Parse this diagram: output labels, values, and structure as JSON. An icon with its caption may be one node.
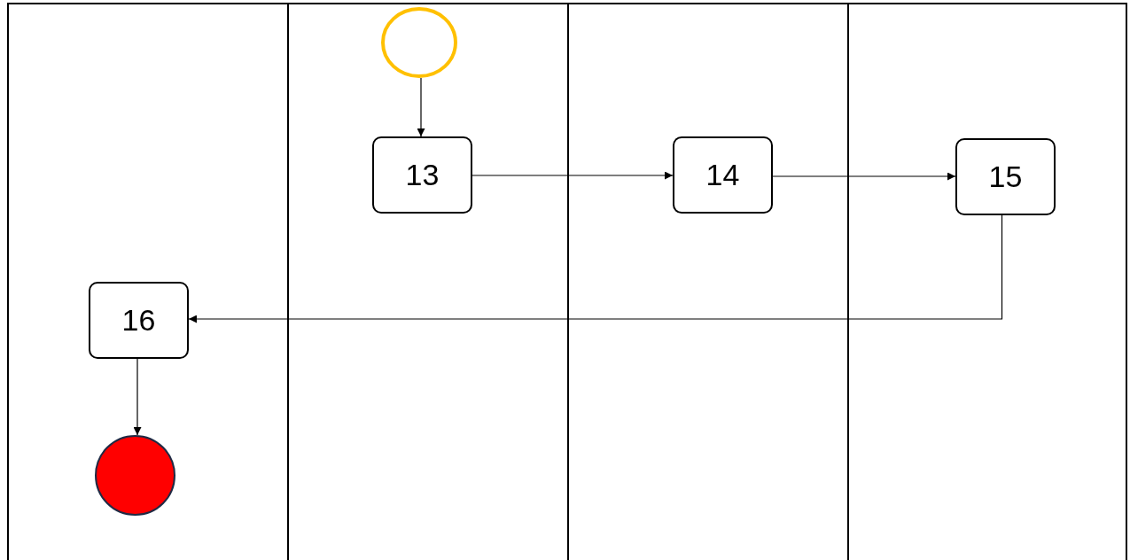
{
  "diagram": {
    "nodes": [
      {
        "text": [],
        "shape": "circle"
      },
      {
        "text": [
          "13"
        ]
      },
      {
        "text": [
          "14"
        ]
      },
      {
        "text": [
          "15"
        ]
      },
      {
        "text": [
          "16"
        ]
      },
      {
        "text": [],
        "shape": "circle"
      }
    ],
    "edges": [
      {
        "from": 0,
        "to": 1,
        "arrow": "to"
      },
      {
        "from": 1,
        "to": 2,
        "arrow": "to"
      },
      {
        "from": 2,
        "to": 3,
        "arrow": "to"
      },
      {
        "from": 3,
        "to": 4,
        "arrow": "to"
      },
      {
        "from": 4,
        "to": 5,
        "arrow": "to"
      }
    ]
  }
}
